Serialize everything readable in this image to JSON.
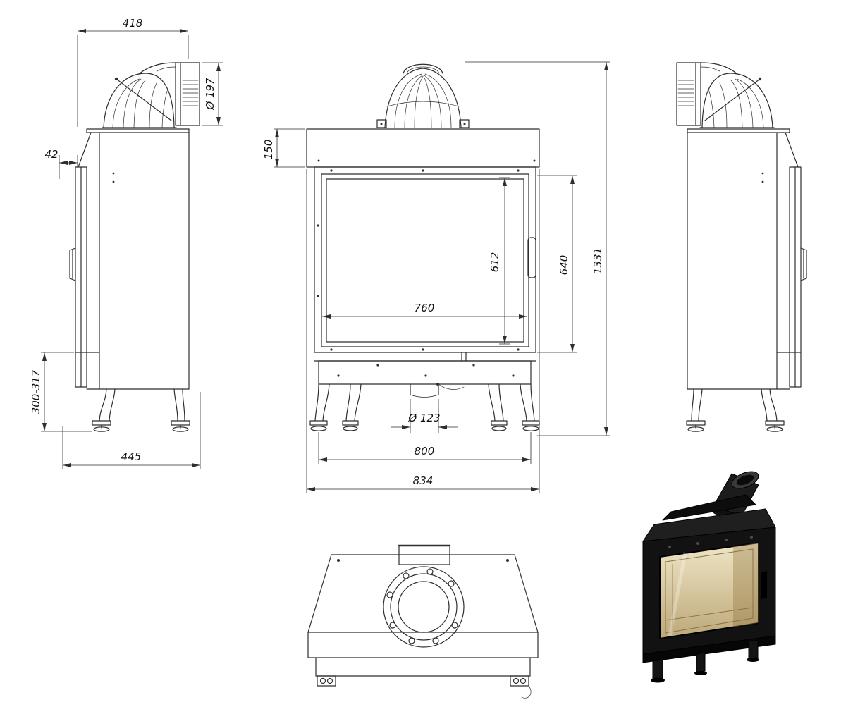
{
  "drawing": {
    "type": "technical-drawing",
    "subject": "fireplace-insert",
    "views": {
      "side_left": {
        "name": "left side view",
        "dims": {
          "top_depth": "418",
          "flue_diameter": "Ø 197",
          "front_offset": "42",
          "leg_height_range": "300-317",
          "overall_depth": "445"
        }
      },
      "front": {
        "name": "front view",
        "dims": {
          "hood_height": "150",
          "glass_opening_height": "612",
          "door_height": "640",
          "overall_height": "1331",
          "glass_width": "760",
          "air_inlet_diameter": "Ø 123",
          "body_width": "800",
          "overall_width": "834"
        }
      },
      "side_right": {
        "name": "right side view"
      },
      "top": {
        "name": "top plan view"
      },
      "render": {
        "name": "3d product render"
      }
    },
    "colors": {
      "line": "#2e2e2e",
      "background": "#ffffff",
      "render_body": "#141414",
      "render_glass": "#ddd2a8"
    }
  }
}
